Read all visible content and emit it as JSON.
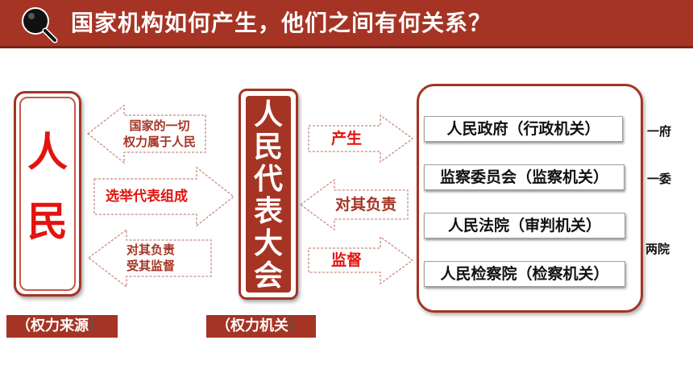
{
  "header": {
    "title": "国家机构如何产生，他们之间有何关系？",
    "icon": "magnifier-icon"
  },
  "people": {
    "chars": [
      "人",
      "民"
    ],
    "caption_open": "（权力来源",
    "caption_close": "）"
  },
  "npc": {
    "chars": [
      "人",
      "民",
      "代",
      "表",
      "大",
      "会"
    ],
    "caption_open": "（权力机关",
    "caption_close": "）"
  },
  "left_arrows": {
    "top_line1": "国家的一切",
    "top_line2": "权力属于人民",
    "middle": "选举代表组成",
    "bottom_line1": "对其负责",
    "bottom_line2": "受其监督"
  },
  "right_arrows": {
    "top": "产生",
    "middle": "对其负责",
    "bottom": "监督"
  },
  "organs": [
    "人民政府（行政机关）",
    "监察委员会（监察机关）",
    "人民法院（审判机关）",
    "人民检察院（检察机关）"
  ],
  "side_labels": {
    "one_fu": "一府",
    "one_wei": "一委",
    "two_yuan": "两院"
  },
  "colors": {
    "brand": "#a53424",
    "highlight": "#e3130f"
  }
}
